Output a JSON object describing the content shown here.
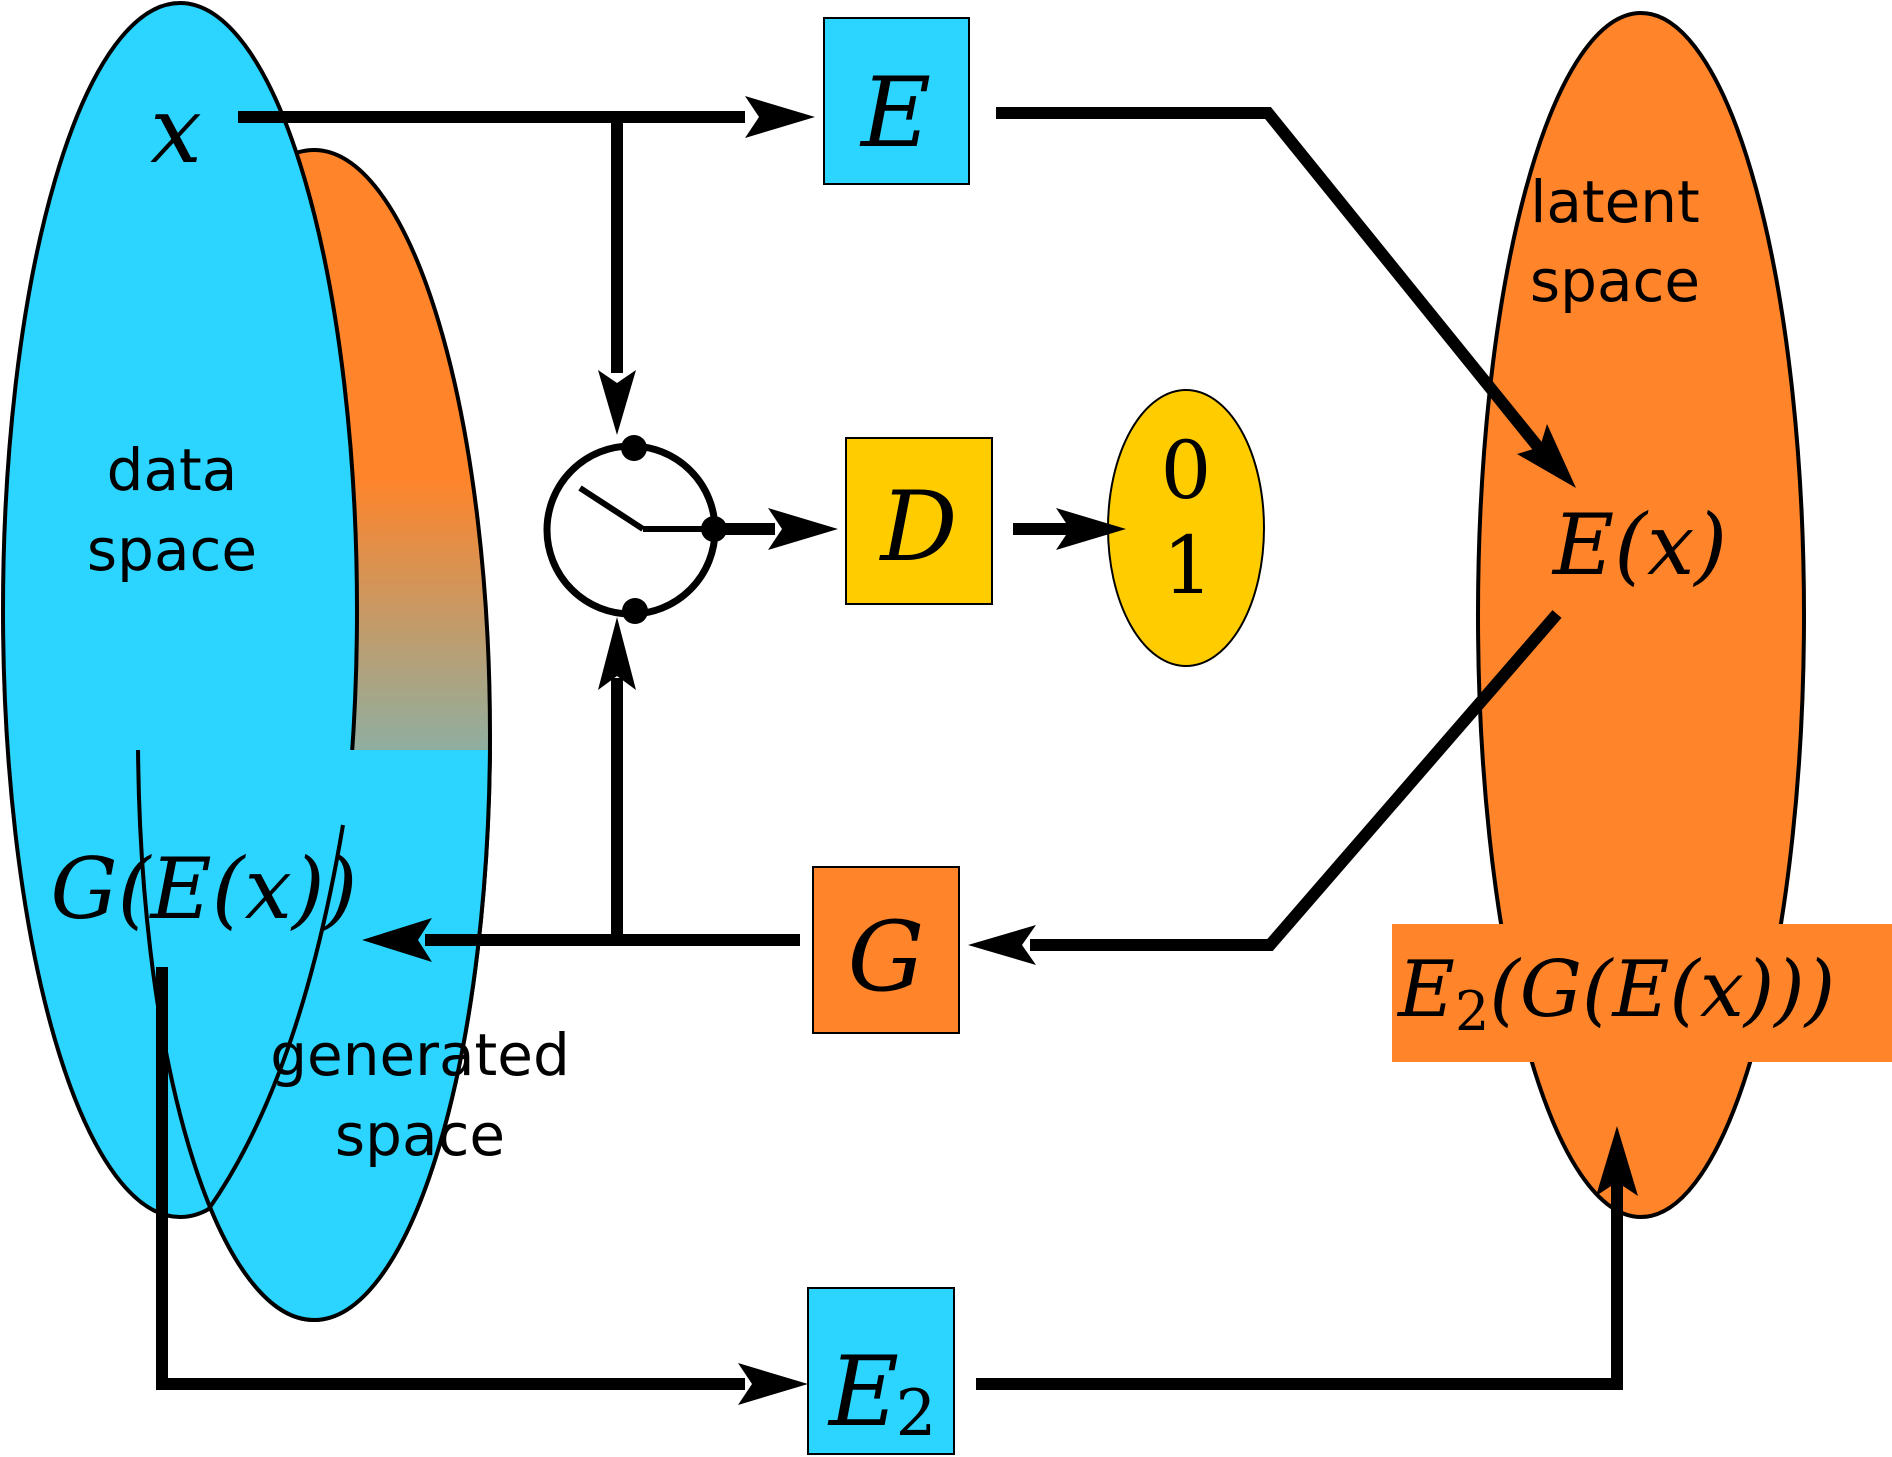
{
  "colors": {
    "data_blue": "#2BD5FF",
    "latent_orange": "#FF842A",
    "disc_yellow": "#FFCC00",
    "stroke": "#000000",
    "background": "#FFFFFF"
  },
  "labels": {
    "x": "x",
    "data_space_line1": "data",
    "data_space_line2": "space",
    "generated_space_line1": "generated",
    "generated_space_line2": "space",
    "latent_space_line1": "latent",
    "latent_space_line2": "space",
    "gex": "G(E(x))",
    "ex": "E(x)",
    "e2gex": "E",
    "e2gex_sub": "2",
    "e2gex_rest": "(G(E(x)))",
    "output_0": "0",
    "output_1": "1"
  },
  "nodes": {
    "encoder": {
      "label": "E"
    },
    "discriminator": {
      "label": "D"
    },
    "generator": {
      "label": "G"
    },
    "encoder2": {
      "label": "E",
      "sub": "2"
    }
  }
}
